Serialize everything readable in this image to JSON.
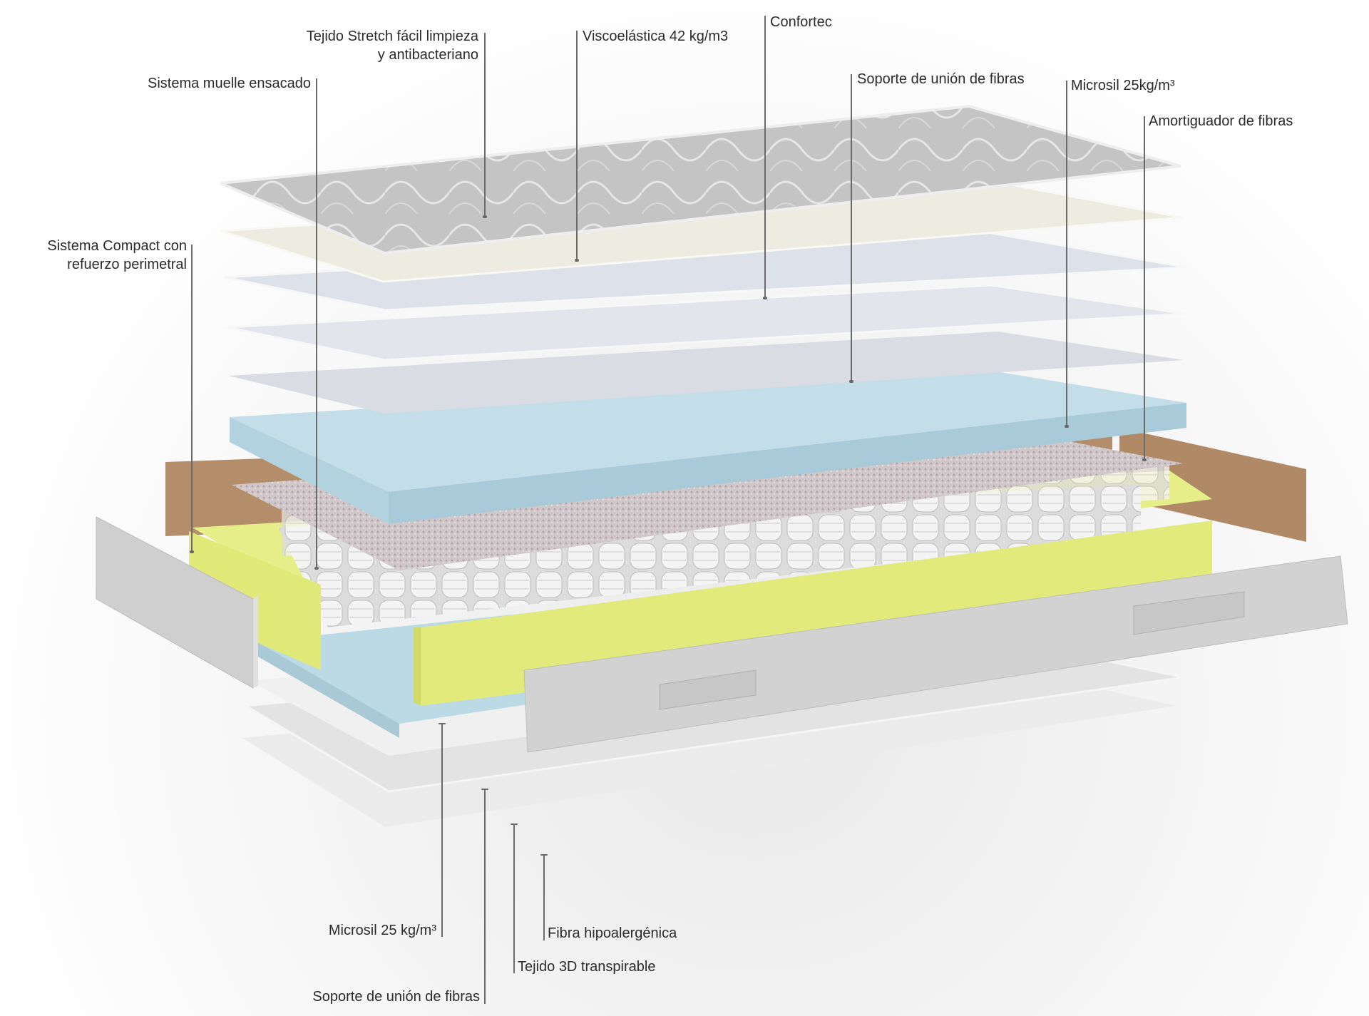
{
  "title": "Mattress layer diagram",
  "labels": {
    "tejido_stretch_1": "Tejido Stretch fácil limpieza",
    "tejido_stretch_2": "y antibacteriano",
    "viscoelastica": "Viscoelástica 42 kg/m3",
    "confortec": "Confortec",
    "muelle_ensacado": "Sistema muelle ensacado",
    "soporte_top": "Soporte de unión de fibras",
    "microsil_top": "Microsil 25kg/m³",
    "amortiguador": "Amortiguador de fibras",
    "compact_1": "Sistema Compact con",
    "compact_2": "refuerzo perimetral",
    "microsil_bottom": "Microsil 25 kg/m³",
    "soporte_bottom": "Soporte de unión de fibras",
    "tejido_3d": "Tejido 3D transpirable",
    "fibra": "Fibra hipoalergénica"
  },
  "colors": {
    "cover": "#c9c9c9",
    "cream": "#eeebe0",
    "blue_grey": "#dde2ea",
    "foam_blue": "#bcd9e6",
    "yellow_frame": "#e6ee8a",
    "side_panel": "#cfcfcf",
    "brown_panel": "#b48e6a"
  }
}
